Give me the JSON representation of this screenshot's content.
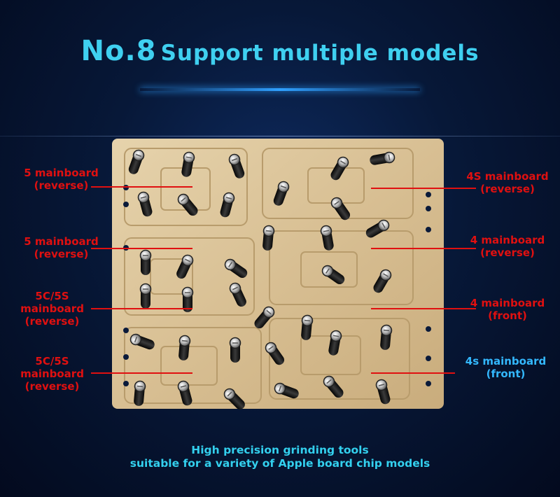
{
  "header": {
    "title_prefix": "No.8",
    "title_rest": "Support multiple models"
  },
  "labels": [
    {
      "id": "left-1",
      "lines": [
        "5 mainboard",
        "(reverse)"
      ]
    },
    {
      "id": "left-2",
      "lines": [
        "5 mainboard",
        "(reverse)"
      ]
    },
    {
      "id": "left-3",
      "lines": [
        "5C/5S",
        "mainboard",
        "(reverse)"
      ]
    },
    {
      "id": "left-4",
      "lines": [
        "5C/5S",
        "mainboard",
        "(reverse)"
      ]
    },
    {
      "id": "right-1",
      "lines": [
        "4S mainboard",
        "(reverse)"
      ]
    },
    {
      "id": "right-2",
      "lines": [
        "4 mainboard",
        "(reverse)"
      ]
    },
    {
      "id": "right-3",
      "lines": [
        "4 mainboard",
        "(front)"
      ]
    },
    {
      "id": "right-4",
      "lines": [
        "4s mainboard",
        "(front)"
      ]
    }
  ],
  "footer": {
    "line1": "High precision grinding tools",
    "line2": "suitable for a variety of Apple board chip models"
  },
  "colors": {
    "title": "#3fd0f0",
    "label": "#e01010",
    "footer": "#33d0ee",
    "plate": "#d9c29a"
  }
}
